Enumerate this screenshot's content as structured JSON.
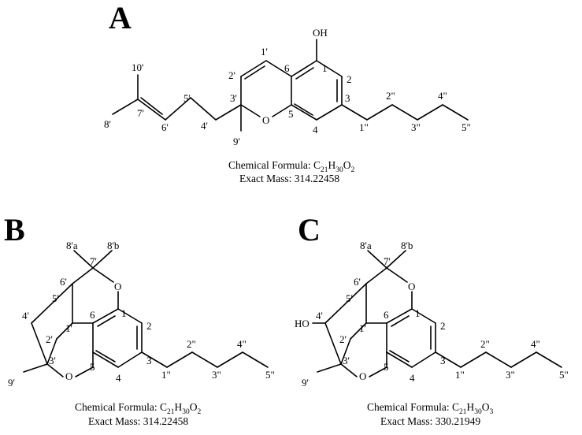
{
  "panels": [
    {
      "id": "A",
      "label": "A",
      "formula_prefix": "Chemical Formula: ",
      "formula": {
        "C": "C",
        "c_n": "21",
        "H": "H",
        "h_n": "30",
        "O": "O",
        "o_n": "2"
      },
      "mass": "Exact Mass: 314.22458",
      "atoms": {
        "OH": "OH",
        "a1": "1",
        "a2": "2",
        "a3": "3",
        "a4": "4",
        "a5": "5",
        "a6": "6",
        "p1": "1'",
        "p2": "2'",
        "p3": "3'",
        "p4": "4'",
        "p5": "5'",
        "p6": "6'",
        "p7": "7'",
        "p8": "8'",
        "p9": "9'",
        "p10": "10'",
        "O": "O",
        "d1": "1\"",
        "d2": "2\"",
        "d3": "3\"",
        "d4": "4\"",
        "d5": "5\""
      }
    },
    {
      "id": "B",
      "label": "B",
      "formula_prefix": "Chemical Formula: ",
      "formula": {
        "C": "C",
        "c_n": "21",
        "H": "H",
        "h_n": "30",
        "O": "O",
        "o_n": "2"
      },
      "mass": "Exact Mass: 314.22458",
      "atoms": {
        "p8a": "8'a",
        "p8b": "8'b",
        "p7": "7'",
        "p6": "6'",
        "p5": "5'",
        "p4": "4'",
        "p1": "1'",
        "p2": "2'",
        "p3": "3'",
        "p9": "9'",
        "O1": "O",
        "O2": "O",
        "a1": "1",
        "a2": "2",
        "a3": "3",
        "a4": "4",
        "a5": "5",
        "a6": "6",
        "d1": "1\"",
        "d2": "2\"",
        "d3": "3\"",
        "d4": "4\"",
        "d5": "5\""
      }
    },
    {
      "id": "C",
      "label": "C",
      "formula_prefix": "Chemical Formula: ",
      "formula": {
        "C": "C",
        "c_n": "21",
        "H": "H",
        "h_n": "30",
        "O": "O",
        "o_n": "3"
      },
      "mass": "Exact Mass: 330.21949",
      "atoms": {
        "p8a": "8'a",
        "p8b": "8'b",
        "p7": "7'",
        "p6": "6'",
        "p5": "5'",
        "p4": "4'",
        "p1": "1'",
        "p2": "2'",
        "p3": "3'",
        "p9": "9'",
        "O1": "O",
        "O2": "O",
        "HO": "HO",
        "a1": "1",
        "a2": "2",
        "a3": "3",
        "a4": "4",
        "a5": "5",
        "a6": "6",
        "d1": "1\"",
        "d2": "2\"",
        "d3": "3\"",
        "d4": "4\"",
        "d5": "5\""
      }
    }
  ]
}
